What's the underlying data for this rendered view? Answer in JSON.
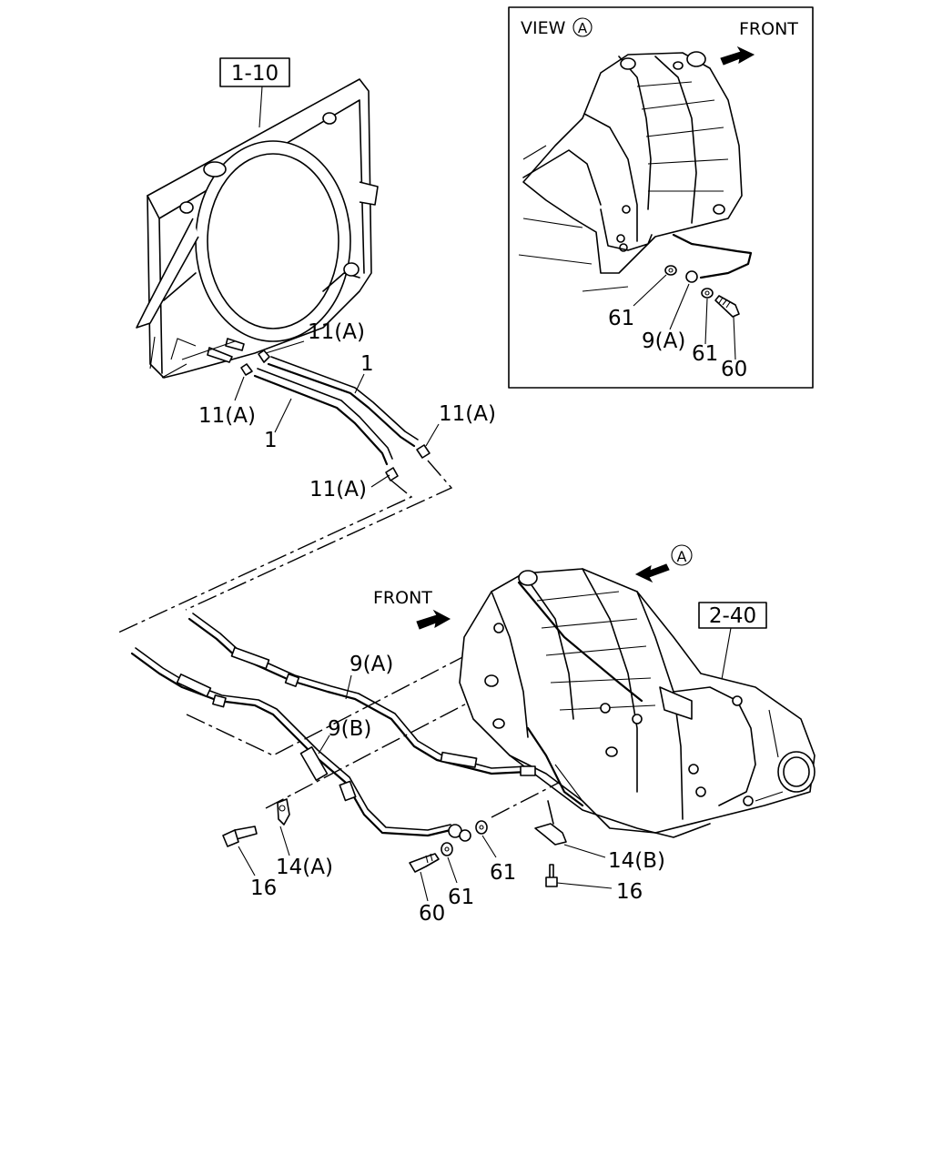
{
  "view_box": {
    "title": "VIEW",
    "marker": "A",
    "front_label": "FRONT",
    "callouts": [
      "61",
      "9(A)",
      "61",
      "60"
    ]
  },
  "main": {
    "front_label": "FRONT",
    "view_marker": "A",
    "ref_boxes": [
      "1-10",
      "2-40"
    ],
    "callouts": {
      "c_11a_top": "11(A)",
      "c_11a_left": "11(A)",
      "c_1_top": "1",
      "c_1_left": "1",
      "c_11a_right": "11(A)",
      "c_11a_mid": "11(A)",
      "c_9a": "9(A)",
      "c_9b": "9(B)",
      "c_14a": "14(A)",
      "c_16_left": "16",
      "c_60": "60",
      "c_61_left": "61",
      "c_61_right": "61",
      "c_14b": "14(B)",
      "c_16_right": "16"
    }
  },
  "colors": {
    "ink": "#000000",
    "paper": "#ffffff"
  }
}
